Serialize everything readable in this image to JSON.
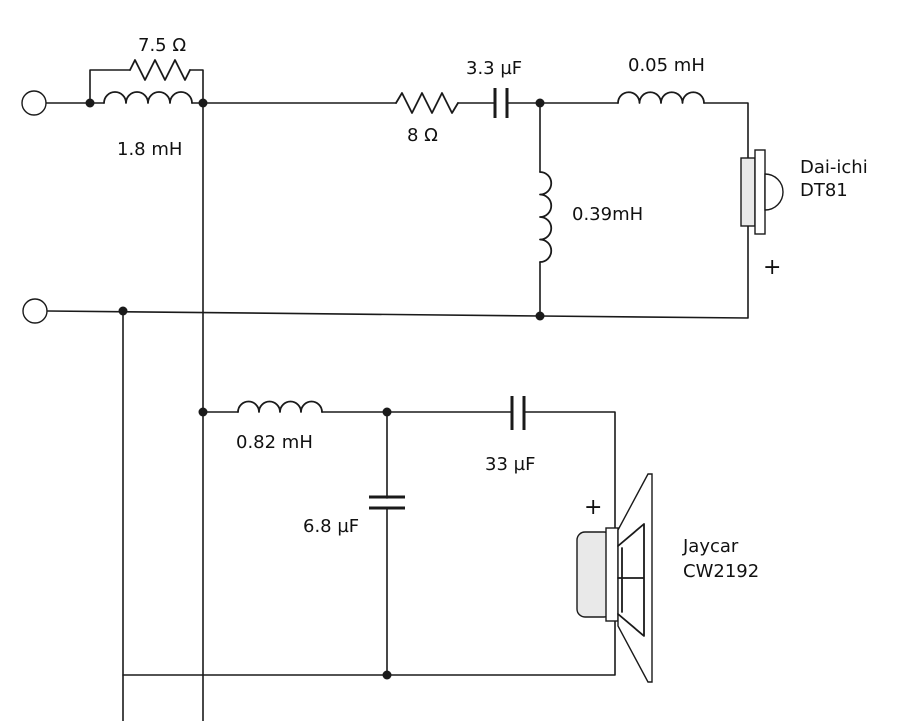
{
  "labels": {
    "r_bypass": "7.5 Ω",
    "l_series_main": "1.8 mH",
    "r_tweeter": "8 Ω",
    "c_tweeter": "3.3 µF",
    "l_tweeter_series": "0.05 mH",
    "l_tweeter_shunt": "0.39mH",
    "l_woofer_series": "0.82 mH",
    "c_woofer_series": "33 µF",
    "c_woofer_shunt": "6.8 µF"
  },
  "speakers": {
    "tweeter": {
      "brand": "Dai-ichi",
      "model": "DT81",
      "polarity": "+"
    },
    "woofer": {
      "brand": "Jaycar",
      "model": "CW2192",
      "polarity": "+"
    }
  }
}
